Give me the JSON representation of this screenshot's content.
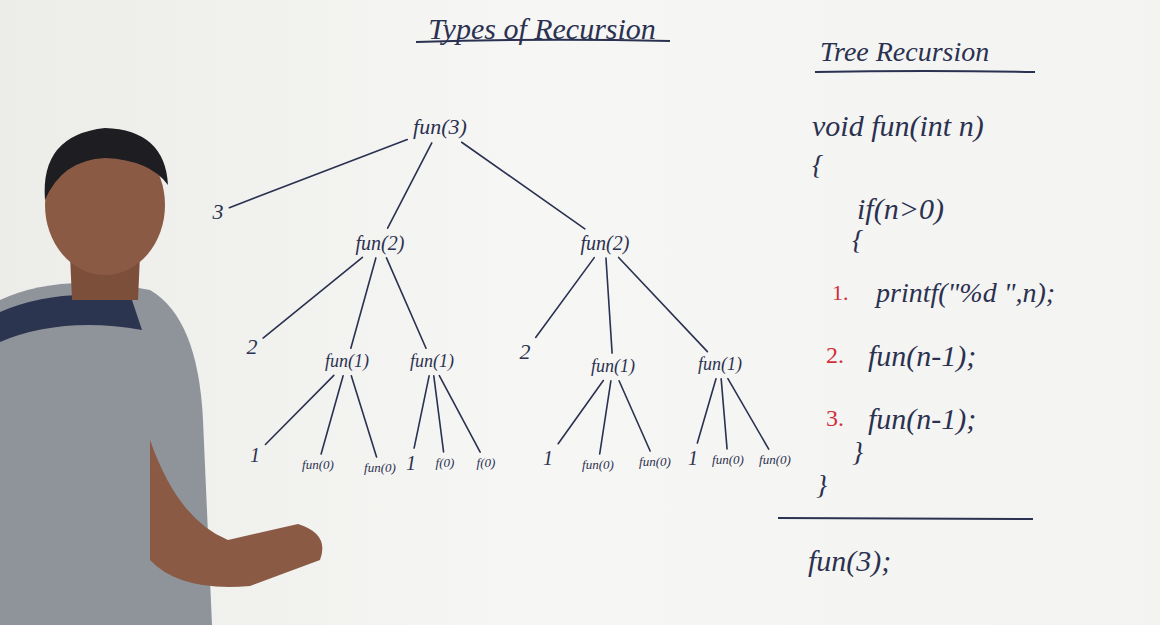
{
  "diagram": {
    "title": "Types of Recursion",
    "nodes": [
      {
        "text": [
          "fun(3)"
        ]
      },
      {
        "text": [
          "3"
        ]
      },
      {
        "text": [
          "fun(2)"
        ]
      },
      {
        "text": [
          "fun(2)"
        ]
      },
      {
        "text": [
          "2"
        ]
      },
      {
        "text": [
          "fun(1)"
        ]
      },
      {
        "text": [
          "fun(1)"
        ]
      },
      {
        "text": [
          "2"
        ]
      },
      {
        "text": [
          "fun(1)"
        ]
      },
      {
        "text": [
          "fun(1)"
        ]
      },
      {
        "text": [
          "1"
        ]
      },
      {
        "text": [
          "fun(0)"
        ]
      },
      {
        "text": [
          "fun(0)"
        ]
      },
      {
        "text": [
          "1"
        ]
      },
      {
        "text": [
          "f(0)"
        ]
      },
      {
        "text": [
          "f(0)"
        ]
      },
      {
        "text": [
          "1"
        ]
      },
      {
        "text": [
          "fun(0)"
        ]
      },
      {
        "text": [
          "fun(0)"
        ]
      },
      {
        "text": [
          "1"
        ]
      },
      {
        "text": [
          "fun(0)"
        ]
      },
      {
        "text": [
          "fun(0)"
        ]
      }
    ],
    "edges": [
      {
        "from": 0,
        "to": 1,
        "arrow": "none"
      },
      {
        "from": 0,
        "to": 2,
        "arrow": "none"
      },
      {
        "from": 0,
        "to": 3,
        "arrow": "none"
      },
      {
        "from": 2,
        "to": 4,
        "arrow": "none"
      },
      {
        "from": 2,
        "to": 5,
        "arrow": "none"
      },
      {
        "from": 2,
        "to": 6,
        "arrow": "none"
      },
      {
        "from": 3,
        "to": 7,
        "arrow": "none"
      },
      {
        "from": 3,
        "to": 8,
        "arrow": "none"
      },
      {
        "from": 3,
        "to": 9,
        "arrow": "none"
      },
      {
        "from": 5,
        "to": 10,
        "arrow": "none"
      },
      {
        "from": 5,
        "to": 11,
        "arrow": "none"
      },
      {
        "from": 5,
        "to": 12,
        "arrow": "none"
      },
      {
        "from": 6,
        "to": 13,
        "arrow": "none"
      },
      {
        "from": 6,
        "to": 14,
        "arrow": "none"
      },
      {
        "from": 6,
        "to": 15,
        "arrow": "none"
      },
      {
        "from": 8,
        "to": 16,
        "arrow": "none"
      },
      {
        "from": 8,
        "to": 17,
        "arrow": "none"
      },
      {
        "from": 8,
        "to": 18,
        "arrow": "none"
      },
      {
        "from": 9,
        "to": 19,
        "arrow": "none"
      },
      {
        "from": 9,
        "to": 20,
        "arrow": "none"
      },
      {
        "from": 9,
        "to": 21,
        "arrow": "none"
      }
    ],
    "labels": [
      "Tree Recursion",
      "void fun(int n)",
      "{",
      "if(n>0)",
      "{",
      "1.",
      "printf(\"%d \",n);",
      "2.",
      "fun(n-1);",
      "3.",
      "fun(n-1);",
      "}",
      "}",
      "fun(3);"
    ]
  }
}
